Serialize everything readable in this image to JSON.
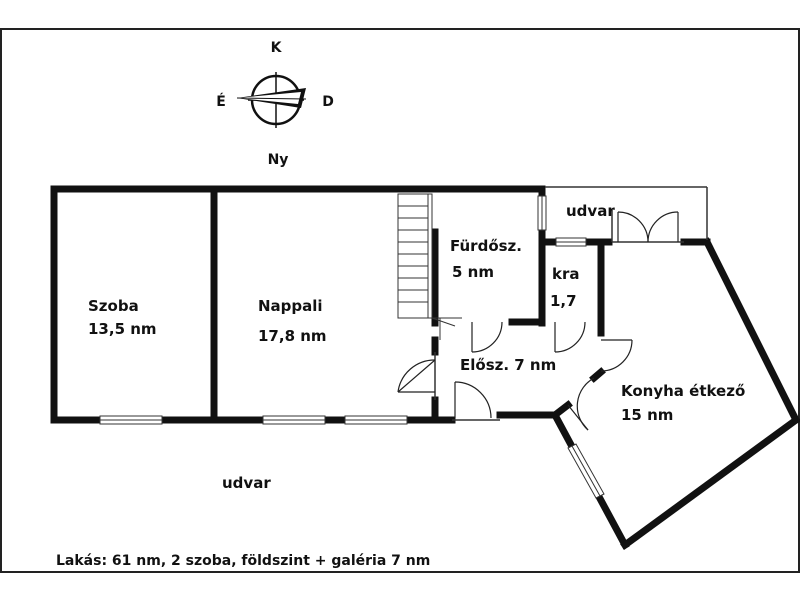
{
  "compass": {
    "north": "K",
    "west": "É",
    "east": "D",
    "south": "Ny"
  },
  "rooms": {
    "szoba": {
      "name": "Szoba",
      "area": "13,5 nm"
    },
    "nappali": {
      "name": "Nappali",
      "area": "17,8 nm"
    },
    "furdo": {
      "name": "Fürdősz.",
      "area": "5 nm"
    },
    "kamra": {
      "name": "kra",
      "area": "1,7"
    },
    "eloszoba": {
      "name": "Előszoba",
      "label": "Elősz. 7 nm"
    },
    "konyha": {
      "name": "Konyha étkező",
      "area": "15 nm"
    }
  },
  "outside": {
    "yard_top": "udvar",
    "yard_bottom": "udvar"
  },
  "caption": "Lakás: 61 nm, 2 szoba, földszint + galéria 7 nm",
  "colors": {
    "wall": "#111111",
    "thin_line": "#333333",
    "window": "#ffffff",
    "background": "#ffffff"
  }
}
